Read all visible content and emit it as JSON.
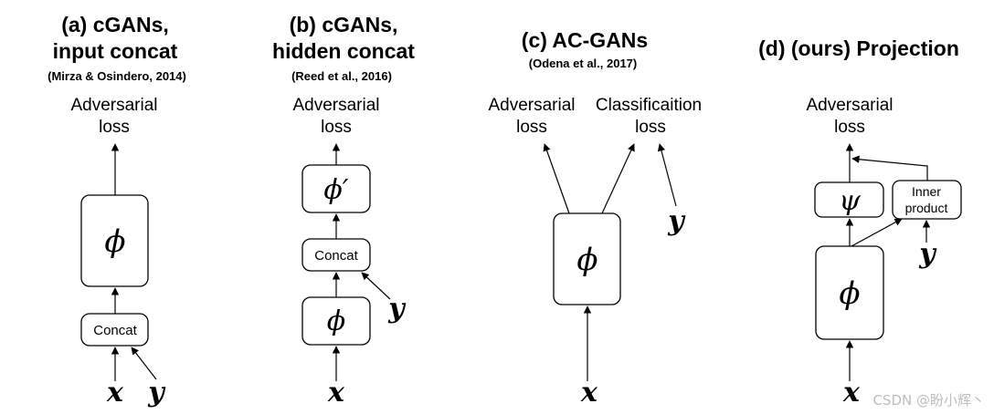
{
  "panels": {
    "a": {
      "title_line1": "(a) cGANs,",
      "title_line2": "input concat",
      "citation": "(Mirza & Osindero, 2014)",
      "output_line1": "Adversarial",
      "output_line2": "loss",
      "feature_symbol": "ϕ",
      "concat_label": "Concat",
      "input_x": "x",
      "input_y": "y"
    },
    "b": {
      "title_line1": "(b) cGANs,",
      "title_line2": "hidden concat",
      "citation": "(Reed et al., 2016)",
      "output_line1": "Adversarial",
      "output_line2": "loss",
      "top_symbol": "ϕ′",
      "concat_label": "Concat",
      "bottom_symbol": "ϕ",
      "input_x": "x",
      "input_y": "y"
    },
    "c": {
      "title": "(c) AC-GANs",
      "citation": "(Odena et al., 2017)",
      "output1_line1": "Adversarial",
      "output1_line2": "loss",
      "output2_line1": "Classificaition",
      "output2_line2": "loss",
      "feature_symbol": "ϕ",
      "input_x": "x",
      "input_y": "y"
    },
    "d": {
      "title": "(d) (ours) Projection",
      "output_line1": "Adversarial",
      "output_line2": "loss",
      "psi_symbol": "ψ",
      "inner_line1": "Inner",
      "inner_line2": "product",
      "feature_symbol": "ϕ",
      "input_x": "x",
      "input_y": "y"
    }
  },
  "watermark": "CSDN @盼小辉丶"
}
